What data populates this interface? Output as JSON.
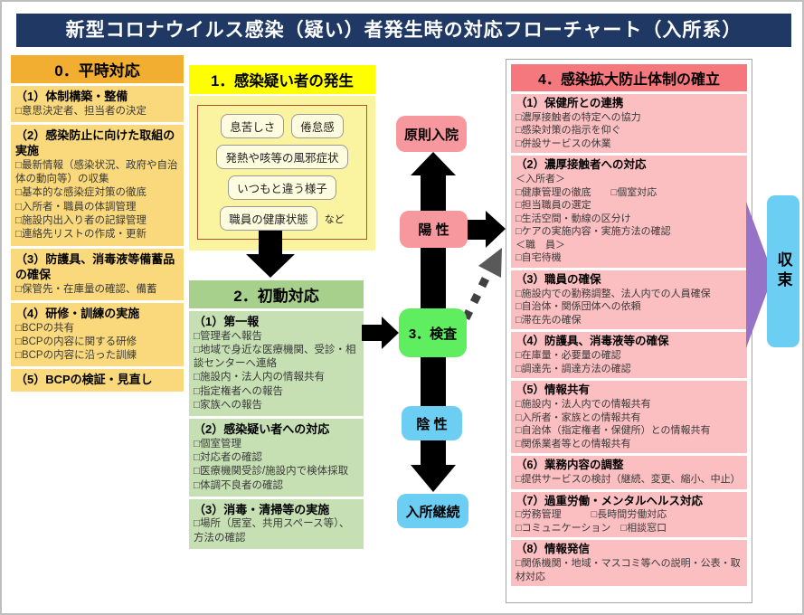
{
  "title": "新型コロナウイルス感染（疑い）者発生時の対応フローチャート（入所系）",
  "panel0": {
    "header": "0．平時対応",
    "sections": [
      {
        "title": "（1）体制構築・整備",
        "items": [
          "□意思決定者、担当者の決定"
        ]
      },
      {
        "title": "（2）感染防止に向けた取組の実施",
        "items": [
          "□最新情報（感染状況、政府や自治体の動向等）の収集",
          "□基本的な感染症対策の徹底",
          "□入所者・職員の体調管理",
          "□施設内出入り者の記録管理",
          "□連絡先リストの作成・更新"
        ]
      },
      {
        "title": "（3）防護具、消毒液等備蓄品の確保",
        "items": [
          "□保管先・在庫量の確認、備蓄"
        ]
      },
      {
        "title": "（4）研修・訓練の実施",
        "items": [
          "□BCPの共有",
          "□BCPの内容に関する研修",
          "□BCPの内容に沿った訓練"
        ]
      },
      {
        "title": "（5）BCPの検証・見直し",
        "items": []
      }
    ]
  },
  "panel1": {
    "header": "1．感染疑い者の発生",
    "symptoms": [
      "息苦しさ",
      "倦怠感",
      "発熱や咳等の風邪症状",
      "いつもと違う様子",
      "職員の健康状態"
    ],
    "etc_label": "など"
  },
  "panel2": {
    "header": "2．初動対応",
    "sections": [
      {
        "title": "（1）第一報",
        "items": [
          "□管理者へ報告",
          "□地域で身近な医療機関、受診・相談センターへ連絡",
          "□施設内・法人内の情報共有",
          "□指定権者への報告",
          "□家族への報告"
        ]
      },
      {
        "title": "（2）感染疑い者への対応",
        "items": [
          "□個室管理",
          "□対応者の確認",
          "□医療機関受診/施設内で検体採取",
          "□体調不良者の確認"
        ]
      },
      {
        "title": "（3）消毒・清掃等の実施",
        "items": [
          "□場所（居室、共用スペース等）、方法の確認"
        ]
      }
    ]
  },
  "flow": {
    "hospital": "原則入院",
    "positive": "陽 性",
    "test": "3．検査",
    "negative": "陰 性",
    "stay": "入所継続"
  },
  "panel4": {
    "header": "4．感染拡大防止体制の確立",
    "sections": [
      {
        "title": "（1）保健所との連携",
        "items": [
          "□濃厚接触者の特定への協力",
          "□感染対策の指示を仰ぐ",
          "□併設サービスの休業"
        ]
      },
      {
        "title": "（2）濃厚接触者への対応",
        "items": [
          "＜入所者＞",
          "□健康管理の徹底　　□個室対応",
          "□担当職員の選定",
          "□生活空間・動線の区分け",
          "□ケアの実施内容・実施方法の確認",
          "＜職　員＞",
          "□自宅待機"
        ]
      },
      {
        "title": "（3）職員の確保",
        "items": [
          "□施設内での勤務調整、法人内での人員確保",
          "□自治体・関係団体への依頼",
          "□滞在先の確保"
        ]
      },
      {
        "title": "（4）防護具、消毒液等の確保",
        "items": [
          "□在庫量・必要量の確認",
          "□調達先・調達方法の確認"
        ]
      },
      {
        "title": "（5）情報共有",
        "items": [
          "□施設内・法人内での情報共有",
          "□入所者・家族との情報共有",
          "□自治体（指定権者・保健所）との情報共有",
          "□関係業者等との情報共有"
        ]
      },
      {
        "title": "（6）業務内容の調整",
        "items": [
          "□提供サービスの検討（継続、変更、縮小、中止）"
        ]
      },
      {
        "title": "（7）過重労働・メンタルヘルス対応",
        "items": [
          "□労務管理　　　□長時間労働対応",
          "□コミュニケーション　□相談窓口"
        ]
      },
      {
        "title": "（8）情報発信",
        "items": [
          "□関係機関・地域・マスコミ等への説明・公表・取材対応"
        ]
      }
    ]
  },
  "convergence": "収束",
  "colors": {
    "title_bg": "#1f3864",
    "orange_header": "#f2ae30",
    "orange_body": "#fad97c",
    "yellow_header": "#ffff00",
    "yellow_body": "#faf3a0",
    "green_header": "#a8d08d",
    "green_body": "#c6e0b4",
    "flow_pink": "#f7989e",
    "flow_green": "#5fee5f",
    "flow_blue": "#6bcef2",
    "red_header": "#f4787e",
    "red_body": "#fbbec1",
    "purple": "#9673c6"
  }
}
